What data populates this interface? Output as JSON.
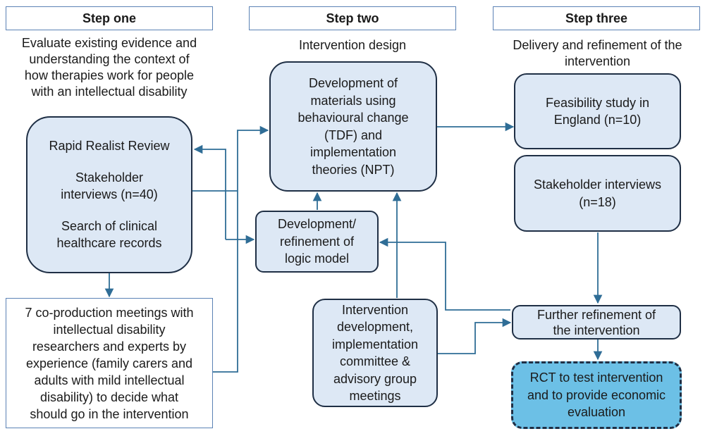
{
  "steps": [
    {
      "title": "Step one",
      "description": [
        "Evaluate existing evidence and",
        "understanding the context of",
        "how therapies work for people",
        "with an intellectual disability"
      ]
    },
    {
      "title": "Step two",
      "description": [
        "Intervention design"
      ]
    },
    {
      "title": "Step three",
      "description": [
        "Delivery and refinement of the",
        "intervention"
      ]
    }
  ],
  "nodes": {
    "review": {
      "groups": [
        [
          "Rapid Realist Review"
        ],
        [
          "Stakeholder",
          "interviews (n=40)"
        ],
        [
          "Search of clinical",
          "healthcare records"
        ]
      ]
    },
    "coproduction": {
      "lines": [
        "7 co-production meetings with",
        "intellectual disability",
        "researchers and experts by",
        "experience (family carers and",
        "adults with mild intellectual",
        "disability) to decide what",
        "should go in the intervention"
      ]
    },
    "materials": {
      "lines": [
        "Development of",
        "materials using",
        "behavioural change",
        "(TDF) and",
        "implementation",
        "theories (NPT)"
      ]
    },
    "logic_model": {
      "lines": [
        "Development/",
        "refinement of",
        "logic model"
      ]
    },
    "committee": {
      "lines": [
        "Intervention",
        "development,",
        "implementation",
        "committee &",
        "advisory group",
        "meetings"
      ]
    },
    "feasibility": {
      "lines": [
        "Feasibility study in",
        "England (n=10)"
      ]
    },
    "stakeholder_interviews": {
      "lines": [
        "Stakeholder interviews",
        "(n=18)"
      ]
    },
    "further_refinement": {
      "lines": [
        "Further refinement of",
        "the intervention"
      ]
    },
    "rct": {
      "lines": [
        "RCT to test intervention",
        "and to provide economic",
        "evaluation"
      ]
    }
  },
  "colors": {
    "node_fill": "#dde8f5",
    "node_border": "#1f2f45",
    "header_border": "#5b82b5",
    "arrow": "#2f6d96",
    "final_fill": "#6cc0e6"
  }
}
